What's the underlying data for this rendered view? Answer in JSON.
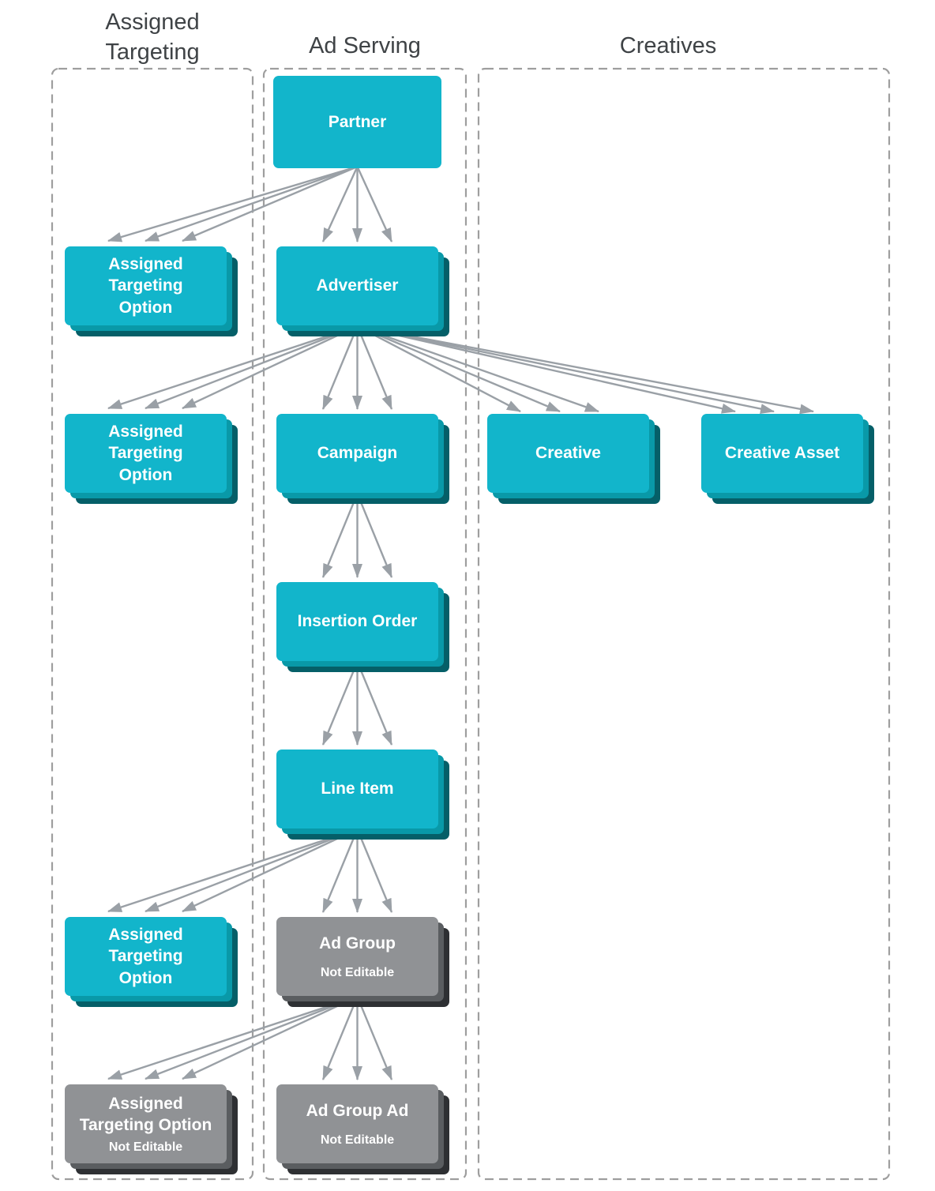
{
  "columns": [
    {
      "title": "Assigned Targeting"
    },
    {
      "title": "Ad Serving"
    },
    {
      "title": "Creatives"
    }
  ],
  "nodes": {
    "partner": {
      "label": "Partner"
    },
    "ato1": {
      "label": "Assigned\nTargeting\nOption"
    },
    "advertiser": {
      "label": "Advertiser"
    },
    "ato2": {
      "label": "Assigned\nTargeting\nOption"
    },
    "campaign": {
      "label": "Campaign"
    },
    "creative": {
      "label": "Creative"
    },
    "creative_asset": {
      "label": "Creative Asset"
    },
    "insertion_order": {
      "label": "Insertion Order"
    },
    "line_item": {
      "label": "Line Item"
    },
    "ato3": {
      "label": "Assigned\nTargeting\nOption"
    },
    "ad_group": {
      "label": "Ad Group",
      "sublabel": "Not Editable"
    },
    "ato_not_editable": {
      "label": "Assigned\nTargeting Option",
      "sublabel": "Not Editable"
    },
    "ad_group_ad": {
      "label": "Ad Group Ad",
      "sublabel": "Not Editable"
    }
  },
  "edges": [
    {
      "from": "Partner",
      "to": "Assigned Targeting Option",
      "arrows": 3
    },
    {
      "from": "Partner",
      "to": "Advertiser",
      "arrows": 3
    },
    {
      "from": "Advertiser",
      "to": "Assigned Targeting Option",
      "arrows": 3
    },
    {
      "from": "Advertiser",
      "to": "Campaign",
      "arrows": 3
    },
    {
      "from": "Advertiser",
      "to": "Creative",
      "arrows": 3
    },
    {
      "from": "Advertiser",
      "to": "Creative Asset",
      "arrows": 3
    },
    {
      "from": "Campaign",
      "to": "Insertion Order",
      "arrows": 3
    },
    {
      "from": "Insertion Order",
      "to": "Line Item",
      "arrows": 3
    },
    {
      "from": "Line Item",
      "to": "Assigned Targeting Option",
      "arrows": 3
    },
    {
      "from": "Line Item",
      "to": "Ad Group",
      "arrows": 3
    },
    {
      "from": "Ad Group",
      "to": "Assigned Targeting Option (Not Editable)",
      "arrows": 3
    },
    {
      "from": "Ad Group",
      "to": "Ad Group Ad",
      "arrows": 3
    }
  ],
  "colors": {
    "teal": "#12B5CB",
    "teal-mid": "#0999A8",
    "teal-dark": "#055F68",
    "gray": "#909295",
    "gray-mid": "#5A5D60",
    "gray-dark": "#2E3033",
    "arrow": "#9AA0A6",
    "dash": "#9E9E9E",
    "title-text": "#3F4346",
    "label-text": "#FFFFFF"
  }
}
